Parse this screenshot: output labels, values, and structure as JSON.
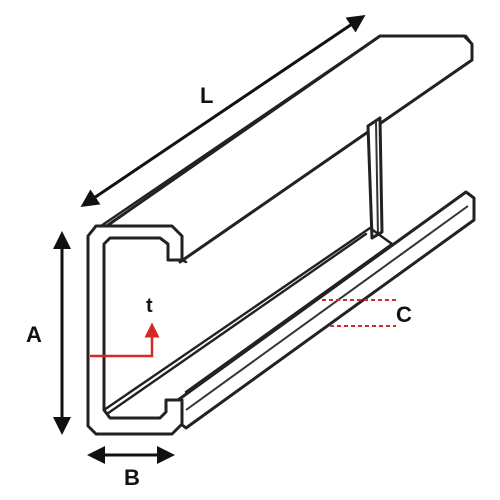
{
  "diagram": {
    "labels": {
      "length": "L",
      "height": "A",
      "width": "B",
      "lip": "C",
      "thickness": "t"
    },
    "colors": {
      "outline": "#222222",
      "dimension_arrows": "#111111",
      "thickness_marker": "#d62828",
      "lip_marker": "#d62828"
    },
    "icons": {
      "profile": "c-channel-strut-profile"
    }
  }
}
